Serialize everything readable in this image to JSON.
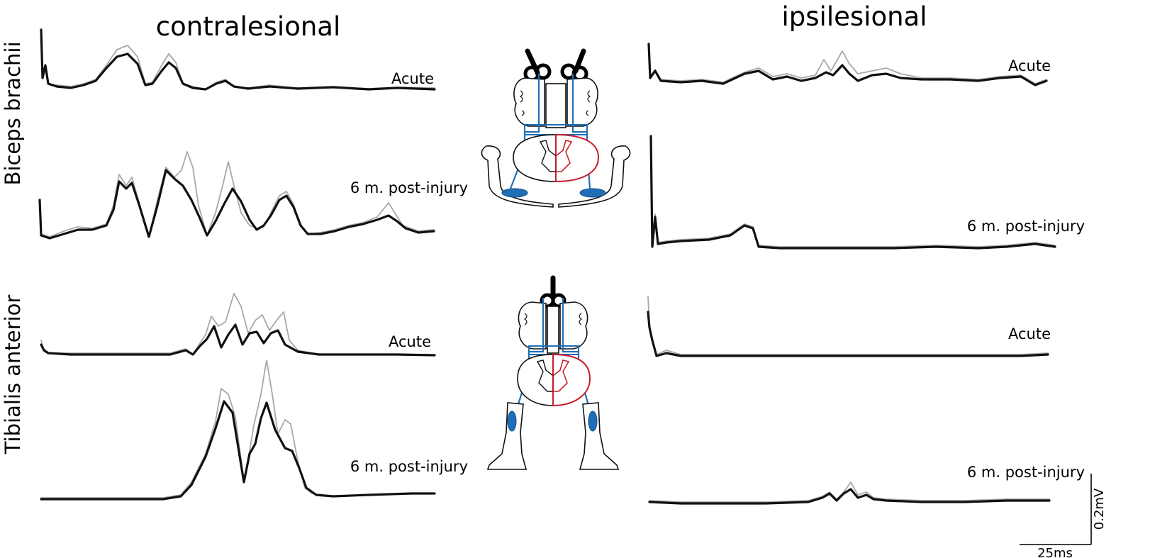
{
  "columns": {
    "left": "contralesional",
    "right": "ipsilesional"
  },
  "rows": {
    "top": "Biceps brachii",
    "bottom": "Tibialis anterior"
  },
  "trace_labels": {
    "acute": "Acute",
    "post": "6 m. post-injury"
  },
  "scale_bar": {
    "time": "25ms",
    "amplitude": "0.2mV"
  },
  "colors": {
    "tract": "#1f6fb8",
    "lesion_side": "#c8202c",
    "trace": "#111111",
    "trace_overlay": "#a8a8a8"
  },
  "icons": [
    "tms-coil-icon",
    "brain-icon",
    "spinal-cord-section-icon",
    "arms-icon",
    "legs-icon"
  ]
}
